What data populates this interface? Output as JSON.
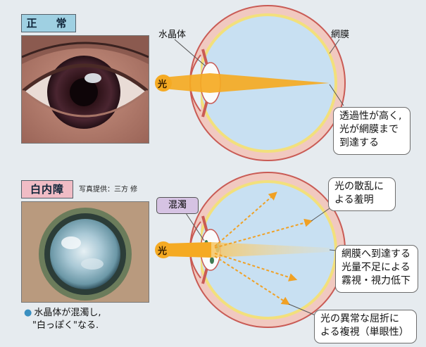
{
  "panels": {
    "normal": {
      "tag": "正　常",
      "lens_label": "水晶体",
      "retina_label": "網膜",
      "light_label": "光",
      "callout_lines": [
        "透過性が高く,",
        "光が網膜まで",
        "到達する"
      ]
    },
    "cataract": {
      "tag": "白内障",
      "photo_credit": "写真提供：三方 修",
      "haze_label": "混濁",
      "light_label": "光",
      "callout_glare": [
        "光の散乱に",
        "よる羞明"
      ],
      "callout_dim": [
        "網膜へ到達する",
        "光量不足による",
        "霧視・視力低下"
      ],
      "callout_double": [
        "光の異常な屈折に",
        "よる複視（単眼性）"
      ],
      "note_lines": [
        "水晶体が混濁し,",
        "\"白っぽく\"なる."
      ]
    }
  },
  "colors": {
    "eyeball_fill": "#c8e0f2",
    "sclera_ring": "#f1c9c0",
    "sclera_outline": "#c95b55",
    "retina": "#f2e07c",
    "light_beam": "#f5aa23",
    "callout_border": "#6d6d6d",
    "iris_normal": "#3a1a20",
    "cataract_pupil": "#b9d4e0"
  }
}
